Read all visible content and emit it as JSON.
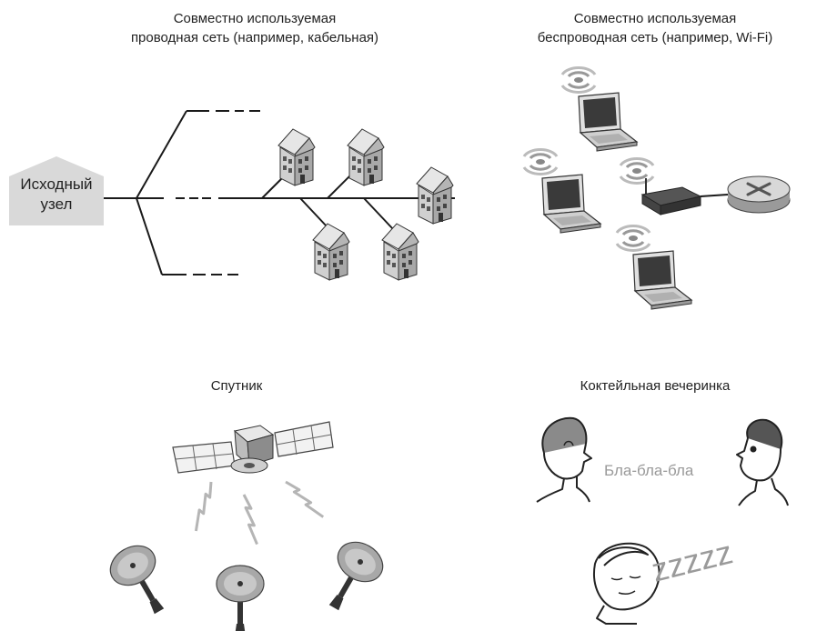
{
  "wired": {
    "title_line1": "Совместно используемая",
    "title_line2": "проводная сеть (например, кабельная)",
    "source_line1": "Исходный",
    "source_line2": "узел"
  },
  "wireless": {
    "title_line1": "Совместно используемая",
    "title_line2": "беспроводная сеть (например, Wi-Fi)"
  },
  "satellite": {
    "title": "Спутник"
  },
  "party": {
    "title": "Коктейльная вечеринка",
    "speech": "Бла-бла-бла",
    "snore": "zzzzz"
  },
  "colors": {
    "line": "#1a1a1a",
    "gray_fill": "#d9d9d9",
    "house_fill": "#c8c8c8",
    "text_gray": "#9a9a9a"
  }
}
